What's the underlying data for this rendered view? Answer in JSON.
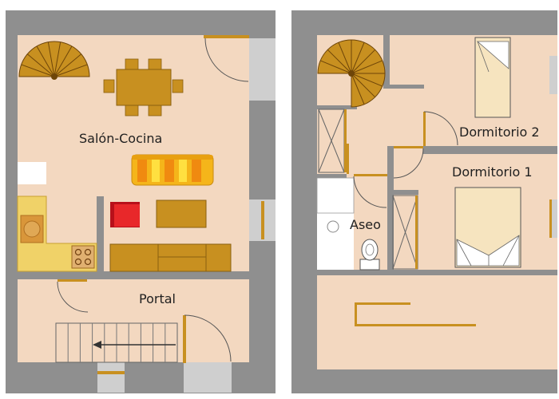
{
  "rooms": {
    "salon_cocina": "Salón-Cocina",
    "portal": "Portal",
    "aseo": "Aseo",
    "dormitorio_1": "Dormitorio 1",
    "dormitorio_2": "Dormitorio 2"
  },
  "colors": {
    "wall": "#8f8f8f",
    "floor": "#f3d8c0",
    "wood": "#c89020",
    "kitchen": "#f0d268",
    "window": "#cfcfcf",
    "stairs": "#b07018",
    "bed": "#f6e4bf",
    "sofa_accent": "#f5b51a",
    "armchair": "#e8282a"
  }
}
